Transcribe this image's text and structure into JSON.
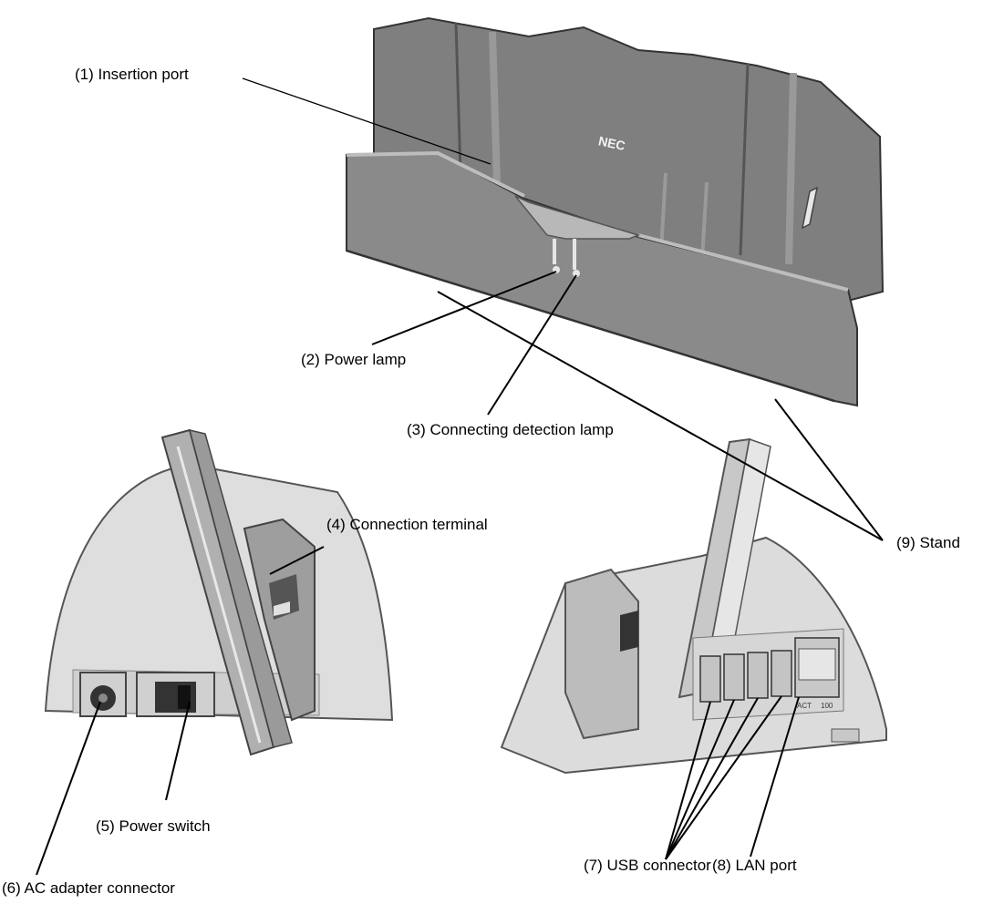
{
  "labels": {
    "insertion_port": "(1) Insertion port",
    "power_lamp": "(2) Power lamp",
    "connecting_detection_lamp": "(3) Connecting detection lamp",
    "connection_terminal": "(4) Connection terminal",
    "power_switch": "(5) Power switch",
    "ac_adapter_connector": "(6) AC adapter connector",
    "usb_connector": "(7) USB connector",
    "lan_port": "(8) LAN port",
    "stand": "(9) Stand"
  },
  "device_markings": {
    "logo": "NEC",
    "lan_act": "ACT",
    "lan_speed": "100"
  }
}
